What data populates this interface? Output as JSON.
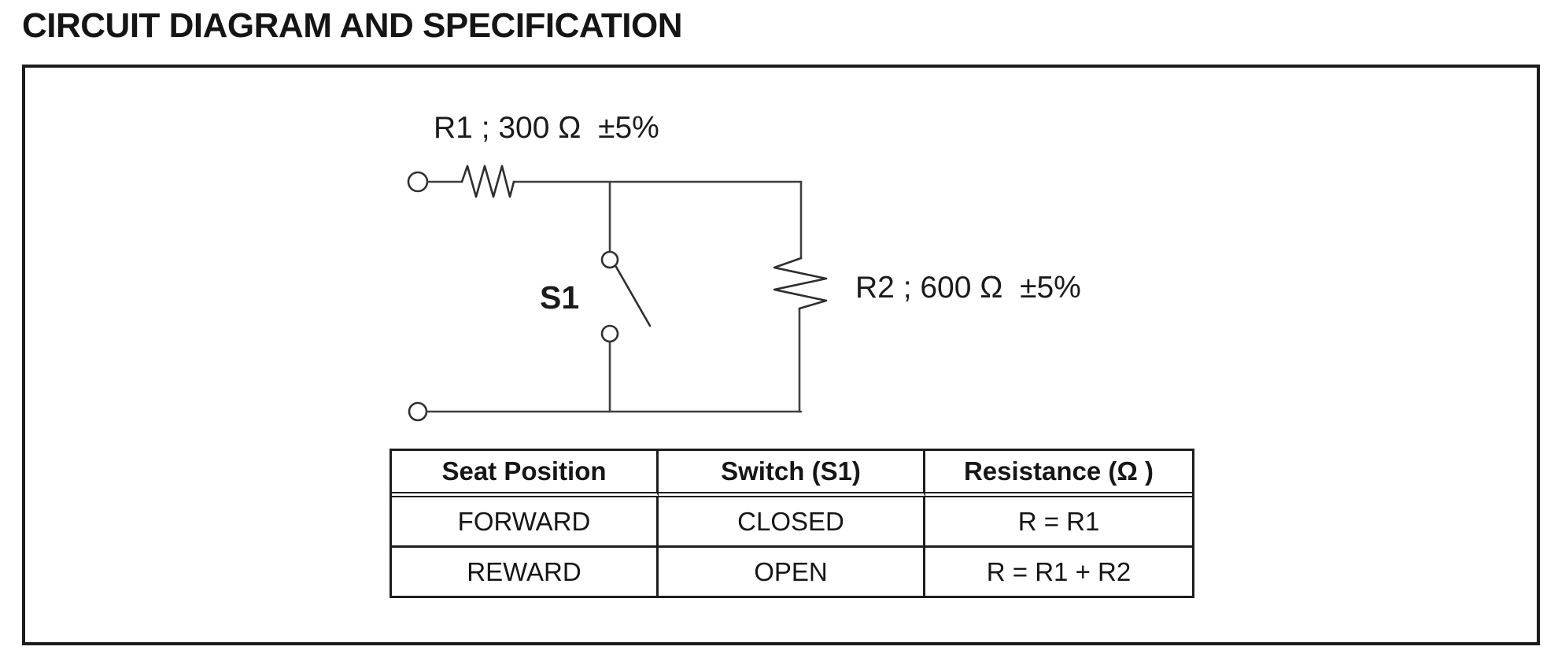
{
  "page": {
    "title": "CIRCUIT DIAGRAM AND SPECIFICATION"
  },
  "circuit": {
    "r1_label": "R1 ; 300 Ω  ±5%",
    "r2_label": "R2 ; 600 Ω  ±5%",
    "switch_label": "S1",
    "line_color": "#3f3f3f"
  },
  "spec_table": {
    "headers": [
      "Seat Position",
      "Switch (S1)",
      "Resistance (Ω )"
    ],
    "rows": [
      {
        "seat_position": "FORWARD",
        "switch_state": "CLOSED",
        "resistance": "R = R1"
      },
      {
        "seat_position": "REWARD",
        "switch_state": "OPEN",
        "resistance": "R = R1 + R2"
      }
    ]
  }
}
